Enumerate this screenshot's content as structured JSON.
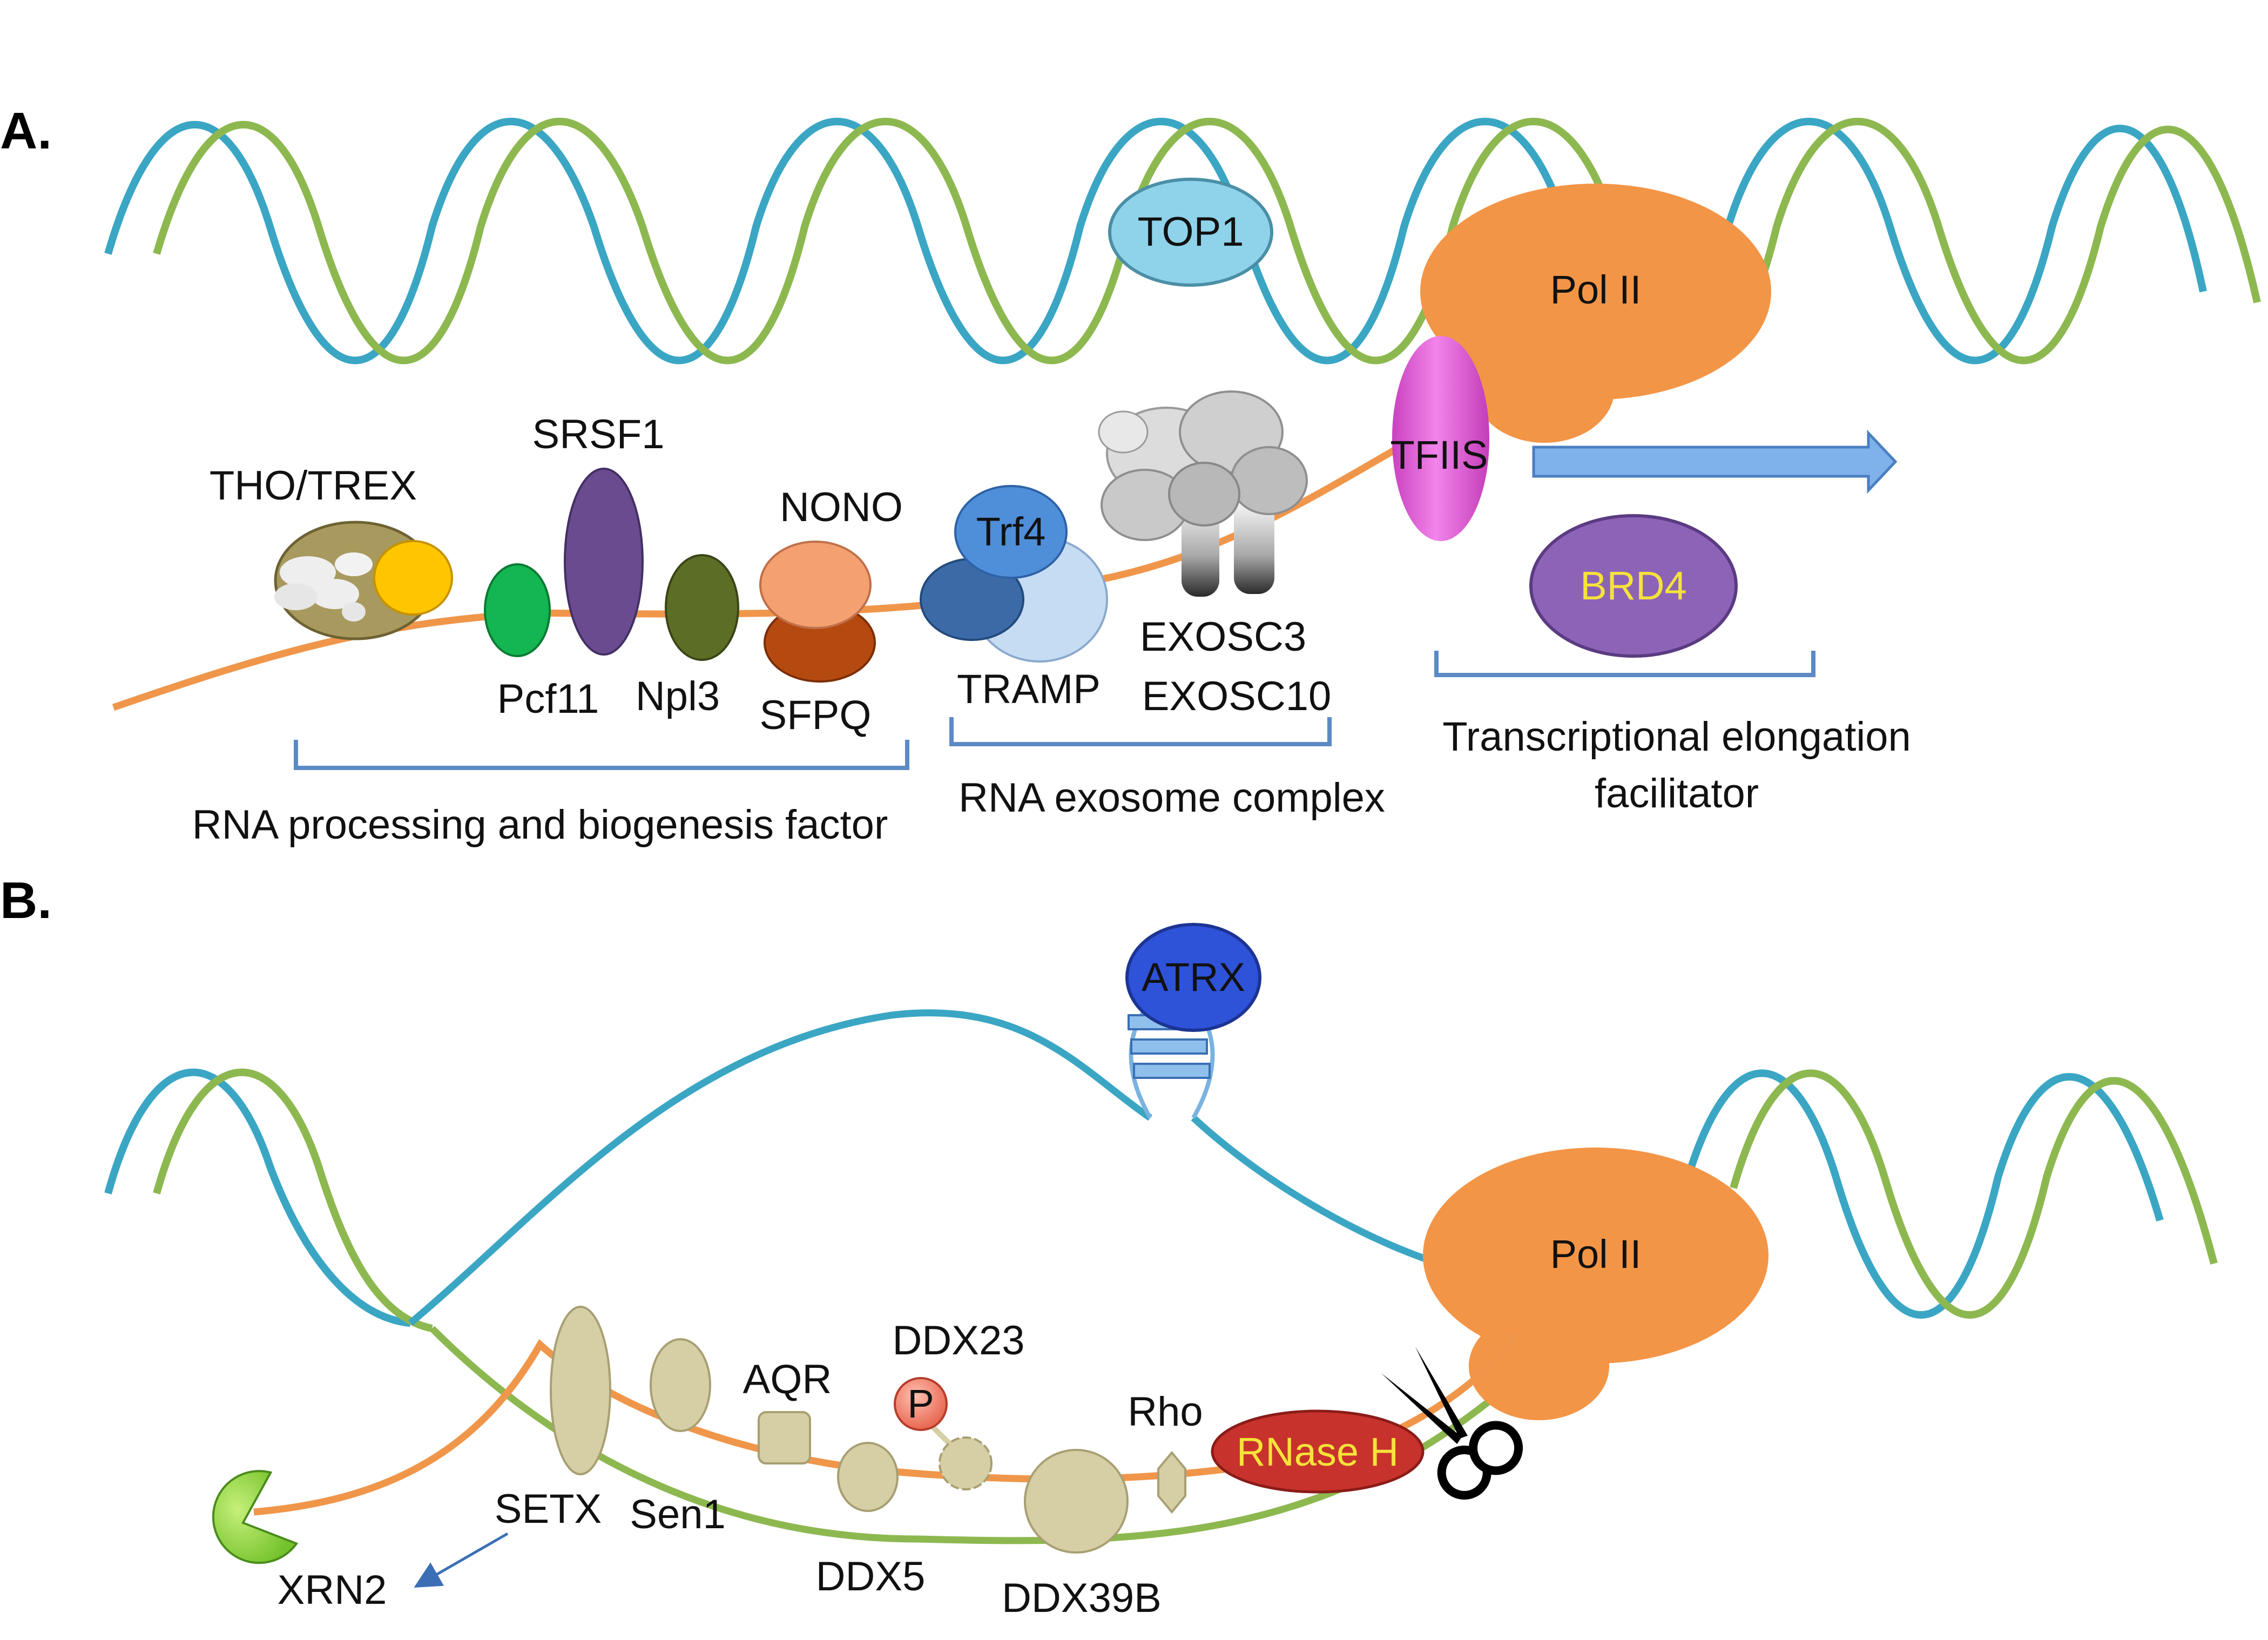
{
  "panels": {
    "a": "A.",
    "b": "B."
  },
  "panel_a": {
    "top1": "TOP1",
    "pol2": "Pol II",
    "tfiis": "TFIIS",
    "brd4": "BRD4",
    "tho_trex": "THO/TREX",
    "srsf1": "SRSF1",
    "pcf11": "Pcf11",
    "npl3": "Npl3",
    "nono": "NONO",
    "sfpq": "SFPQ",
    "trf4": "Trf4",
    "tramp": "TRAMP",
    "exosc3": "EXOSC3",
    "exosc10": "EXOSC10",
    "group_rna_processing": "RNA processing and biogenesis factor",
    "group_exosome": "RNA exosome complex",
    "group_elongation_line1": "Transcriptional elongation",
    "group_elongation_line2": "facilitator"
  },
  "panel_b": {
    "atrx": "ATRX",
    "pol2": "Pol II",
    "rnase_h": "RNase H",
    "ddx23": "DDX23",
    "p": "P",
    "aqr": "AQR",
    "rho": "Rho",
    "setx": "SETX",
    "sen1": "Sen1",
    "xrn2": "XRN2",
    "ddx5": "DDX5",
    "ddx39b": "DDX39B"
  },
  "colors": {
    "dna_blue": "#3aa6c4",
    "dna_green": "#8db850",
    "rna_orange": "#f0964a",
    "pol2": "#f39546",
    "tfiis": "#e86ad8",
    "top1": "#8fd3ea",
    "brd4": "#8d63b8",
    "brd4_text": "#f5e33a",
    "rnase_h": "#c8322c",
    "atrx": "#2e52d8",
    "factor_tan": "#d6cfa6",
    "bracket": "#5b8ac4"
  }
}
